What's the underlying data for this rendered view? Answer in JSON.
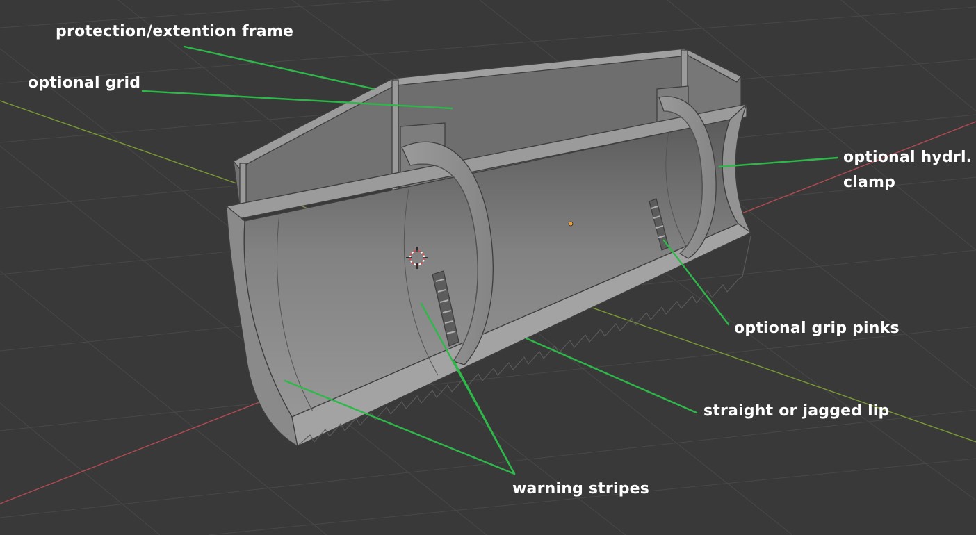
{
  "viewport": {
    "background": "#393939",
    "grid_color": "#4a4a4a",
    "x_axis_color": "#b34a52",
    "y_axis_color": "#7a9a33",
    "mesh_color": "#8e8e8e",
    "leader_line_color": "#2fb84a"
  },
  "labels": {
    "frame": "protection/extention frame",
    "grid": "optional grid",
    "clamp_line1": "optional hydrl.",
    "clamp_line2": "clamp",
    "pinks": "optional grip pinks",
    "lip": "straight or jagged lip",
    "stripes": "warning stripes"
  },
  "icons": {
    "cursor": "3d-cursor-icon",
    "origin": "object-origin-icon"
  }
}
